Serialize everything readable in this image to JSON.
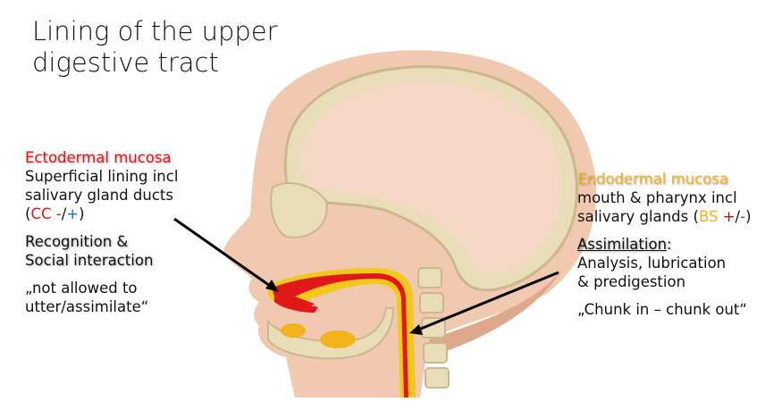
{
  "title": [
    "Lining of the upper",
    "digestive tract"
  ],
  "left": {
    "heading": "Ectodermal mucosa",
    "lines": [
      "Superficial lining incl",
      "salivary gland ducts"
    ],
    "paren_open": "(",
    "code": "CC",
    "minus": "-",
    "slash": "/",
    "plus": "+",
    "paren_close": ")",
    "function": [
      "Recognition &",
      "Social interaction"
    ],
    "quote": [
      "„not allowed to",
      "utter/assimilate“"
    ]
  },
  "right": {
    "heading": "Endodermal mucosa",
    "lines": [
      "mouth & pharynx incl"
    ],
    "line2_prefix": "salivary glands (",
    "code": "BS",
    "plus": "+",
    "slash": "/",
    "minus": "-",
    "paren_close": ")",
    "function_title": "Assimilation",
    "function_colon": ":",
    "function": [
      "Analysis, lubrication",
      "& predigestion"
    ],
    "quote": "„Chunk in – chunk out“"
  },
  "colors": {
    "ecto": "#e8141c",
    "endo": "#f2b21a",
    "skin": "#f0c9b0",
    "bone": "#e9dcb8"
  }
}
